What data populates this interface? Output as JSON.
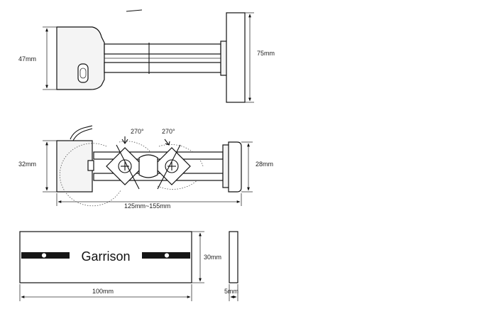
{
  "top_view": {
    "height_left": "47mm",
    "height_right": "75mm"
  },
  "middle_view": {
    "height_left": "32mm",
    "height_right": "28mm",
    "angle_left": "270°",
    "angle_right": "270°",
    "length": "125mm~155mm"
  },
  "bottom_view": {
    "brand": "Garrison",
    "height": "30mm",
    "width": "100mm",
    "thickness": "5mm"
  }
}
